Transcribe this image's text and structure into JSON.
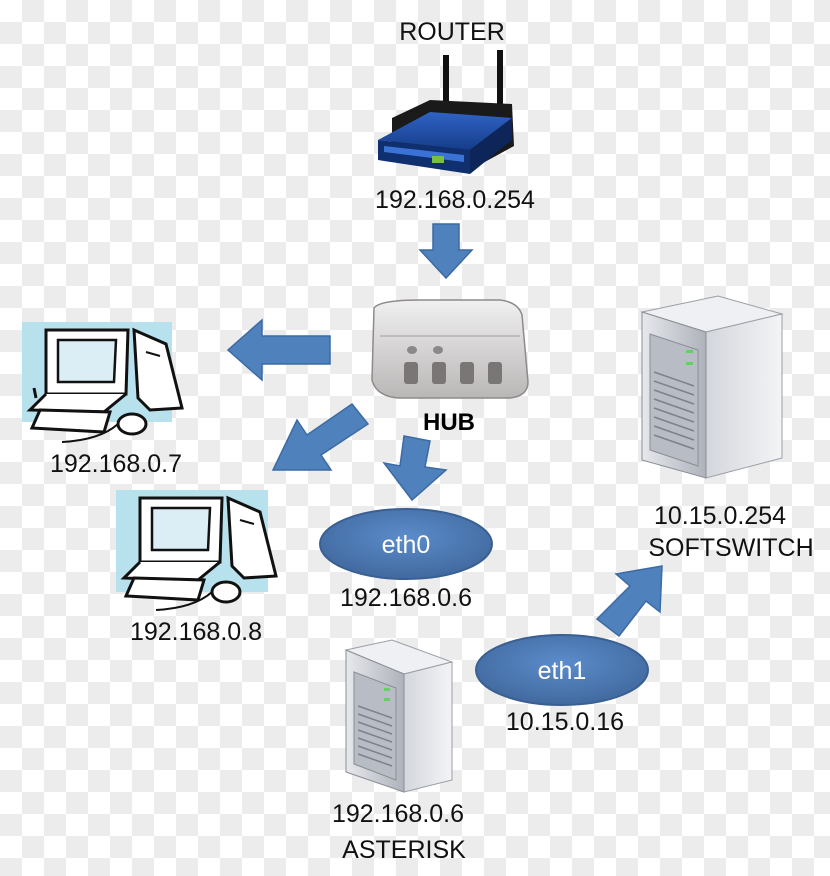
{
  "nodes": {
    "router": {
      "title": "ROUTER",
      "ip": "192.168.0.254",
      "icon": "wireless-router-icon"
    },
    "hub": {
      "title": "HUB",
      "icon": "network-hub-icon"
    },
    "pc1": {
      "ip": "192.168.0.7",
      "icon": "desktop-computer-icon"
    },
    "pc2": {
      "ip": "192.168.0.8",
      "icon": "desktop-computer-icon"
    },
    "eth0": {
      "label": "eth0",
      "ip": "192.168.0.6"
    },
    "asterisk": {
      "ip": "192.168.0.6",
      "title": "ASTERISK",
      "icon": "server-tower-icon"
    },
    "eth1": {
      "label": "eth1",
      "ip": "10.15.0.16"
    },
    "softswitch": {
      "ip": "10.15.0.254",
      "title": "SOFTSWITCH",
      "icon": "server-tower-icon"
    }
  },
  "colors": {
    "arrow": "#4f81bd",
    "arrow_stroke": "#3c6aa3",
    "ellipse": "#4f81bd",
    "router_body": "#1f4fa8",
    "server_body": "#c9ccd3"
  }
}
